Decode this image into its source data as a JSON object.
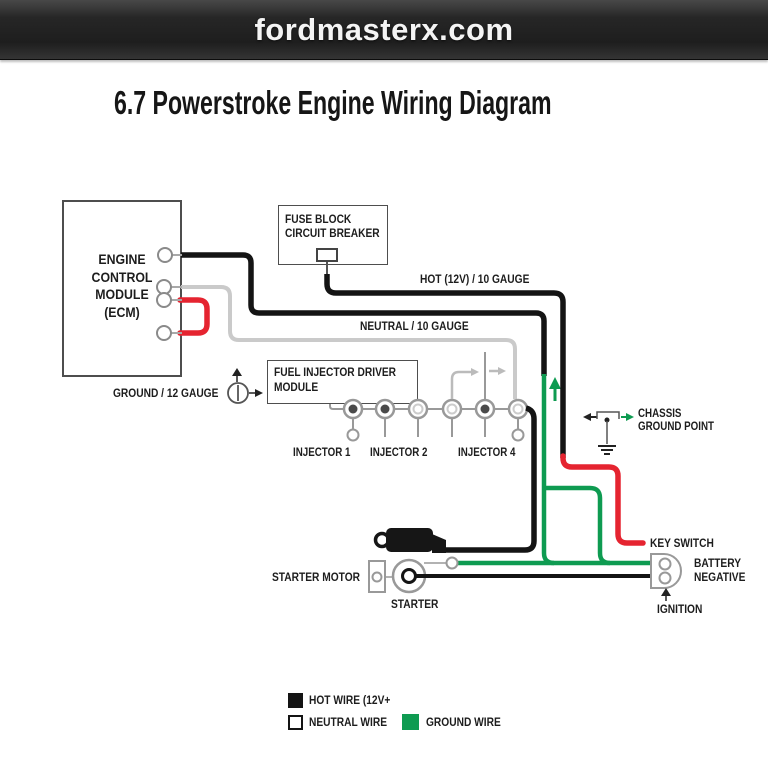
{
  "banner": {
    "site_name": "fordmasterx.com"
  },
  "page_title": "6.7 Powerstroke Engine Wiring Diagram",
  "diagram": {
    "ecm": {
      "lines": [
        "ENGINE",
        "CONTROL",
        "MODULE",
        "(ECM)"
      ]
    },
    "fuse_block": {
      "lines": [
        "FUSE BLOCK",
        "CIRCUIT BREAKER"
      ]
    },
    "fidm": {
      "lines": [
        "FUEL INJECTOR DRIVER",
        "MODULE"
      ]
    },
    "labels": {
      "hot": "HOT (12V) / 10 GAUGE",
      "neutral": "NEUTRAL / 10 GAUGE",
      "ground": "GROUND / 12 GAUGE",
      "key_switch": "KEY SWITCH",
      "ignition": "IGNITION",
      "starter_motor": "STARTER MOTOR",
      "starter": "STARTER"
    },
    "chassis_ground": {
      "lines": [
        "CHASSIS",
        "GROUND POINT"
      ]
    },
    "battery": {
      "lines": [
        "BATTERY",
        "NEGATIVE"
      ]
    },
    "injectors": [
      "INJECTOR 1",
      "INJECTOR 2",
      "INJECTOR 4"
    ]
  },
  "legend": {
    "hot": {
      "label": "HOT WIRE (12V+",
      "color": "#141414"
    },
    "neutral": {
      "label": "NEUTRAL WIRE",
      "color": "#ffffff"
    },
    "ground": {
      "label": "GROUND WIRE",
      "color": "#0e9b51"
    }
  },
  "colors": {
    "hot_wire": "#141414",
    "neutral_wire": "#cacaca",
    "ground_wire": "#0e9b51",
    "accent_red": "#e52430"
  }
}
